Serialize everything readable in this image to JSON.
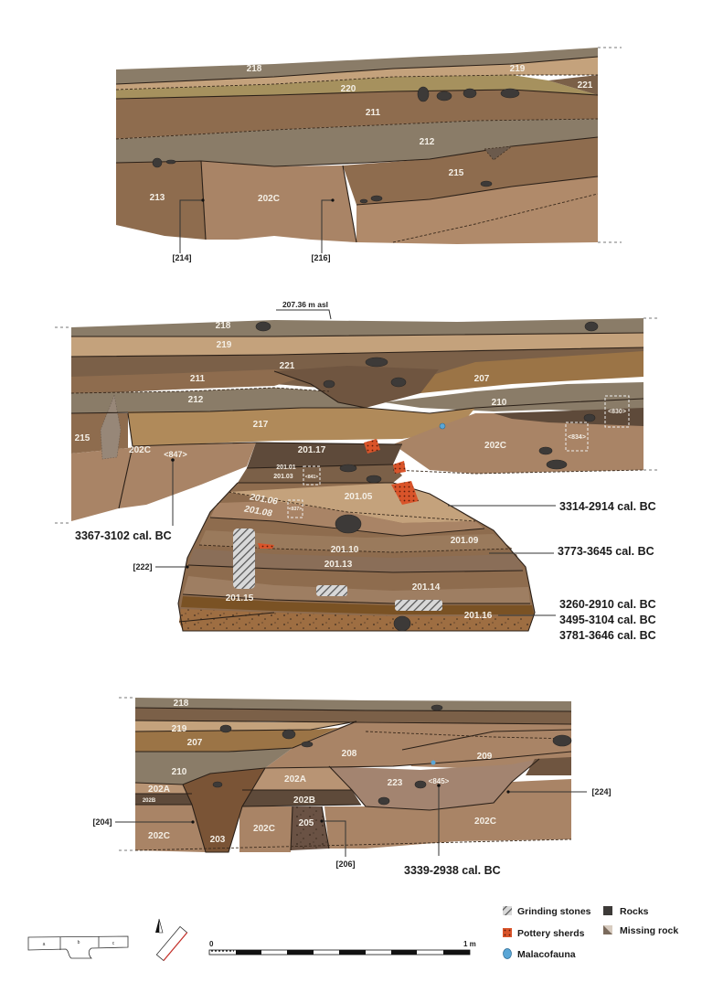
{
  "figure": {
    "type": "archaeological stratigraphic section drawing",
    "colors": {
      "layer_light": "#a98466",
      "layer_mid": "#8e6c4e",
      "layer_dark": "#6f5540",
      "layer_grey": "#8a7c68",
      "layer_olive": "#a6915e",
      "layer_tan": "#c4a27c",
      "rock": "#3d3a38",
      "pottery": "#d9542a",
      "malacofauna": "#5aa6d6",
      "label_text": "#f4efe6"
    }
  },
  "section_top": {
    "units": [
      "218",
      "219",
      "220",
      "221",
      "211",
      "212",
      "215",
      "213",
      "202C"
    ],
    "cuts": [
      "[214]",
      "[216]"
    ]
  },
  "section_middle": {
    "elevation": "207.36 m asl",
    "units": [
      "218",
      "219",
      "221",
      "211",
      "207",
      "212",
      "210",
      "217",
      "215",
      "202C",
      "202C",
      "201.17",
      "201.01",
      "201.03",
      "201.05",
      "201.06",
      "201.08",
      "201.09",
      "201.10",
      "201.13",
      "201.14",
      "201.15",
      "201.16"
    ],
    "samples": [
      "<847>",
      "<841>",
      "<837>",
      "<830>",
      "<834>"
    ],
    "cuts": [
      "[222]"
    ],
    "dates": {
      "left": "3367-3102 cal. BC",
      "d1": "3314-2914 cal. BC",
      "d2": "3773-3645 cal. BC",
      "d3": "3260-2910 cal. BC",
      "d4": "3495-3104 cal. BC",
      "d5": "3781-3646 cal. BC"
    }
  },
  "section_bottom": {
    "units": [
      "218",
      "219",
      "207",
      "208",
      "209",
      "210",
      "202A",
      "202A",
      "202B",
      "202B",
      "223",
      "202C",
      "202C",
      "202C",
      "203",
      "205"
    ],
    "samples": [
      "<845>"
    ],
    "cuts": [
      "[204]",
      "[206]",
      "[224]"
    ],
    "date": "3339-2938 cal. BC"
  },
  "key_plan": {
    "cells": [
      "a",
      "b",
      "c"
    ]
  },
  "scale_bar": {
    "start": "0",
    "end": "1 m"
  },
  "legend": {
    "items": [
      {
        "label": "Grinding stones",
        "icon": "hatched-square-icon"
      },
      {
        "label": "Pottery sherds",
        "icon": "dotted-orange-square-icon"
      },
      {
        "label": "Malacofauna",
        "icon": "shell-icon"
      },
      {
        "label": "Rocks",
        "icon": "dark-square-icon"
      },
      {
        "label": "Missing rock",
        "icon": "split-square-icon"
      }
    ]
  }
}
